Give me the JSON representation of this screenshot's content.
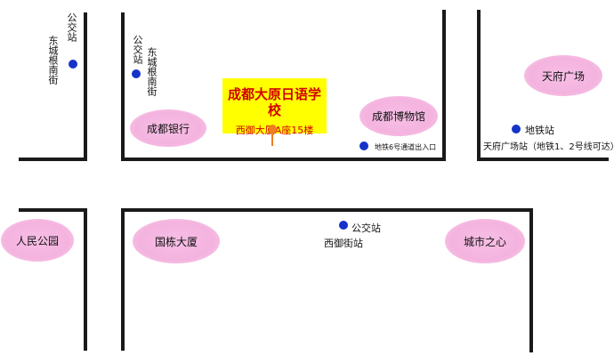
{
  "map": {
    "school": {
      "name": "成都大原日语学校",
      "address": "西御大厦A座15楼"
    },
    "landmarks": [
      {
        "id": "chengdu-bank",
        "label": "成都银行"
      },
      {
        "id": "chengdu-museum",
        "label": "成都博物馆"
      },
      {
        "id": "tianfu-square",
        "label": "天府广场"
      },
      {
        "id": "peoples-park",
        "label": "人民公园"
      },
      {
        "id": "guodong-building",
        "label": "国栋大厦"
      },
      {
        "id": "city-center",
        "label": "城市之心"
      }
    ],
    "stops": {
      "bus_dongcheng": "公交站",
      "bus_dongcheng_street": "东城根南街",
      "bus_near_school": "公交站",
      "street_near_school": "东城根南街",
      "metro6_exit": "地铁6号通道出入口",
      "metro_station": "地铁站",
      "metro_station_desc": "天府广场站（地铁1、2号线可达）",
      "bus_xiyu": "公交站",
      "xiyu_street_stop": "西御街站"
    },
    "colors": {
      "road": "#1a1a1a",
      "landmark": "#f4b3df",
      "stop": "#1533c9",
      "school_bg": "#ffff00",
      "school_text": "#d10000",
      "pin": "#ef7d22"
    }
  }
}
